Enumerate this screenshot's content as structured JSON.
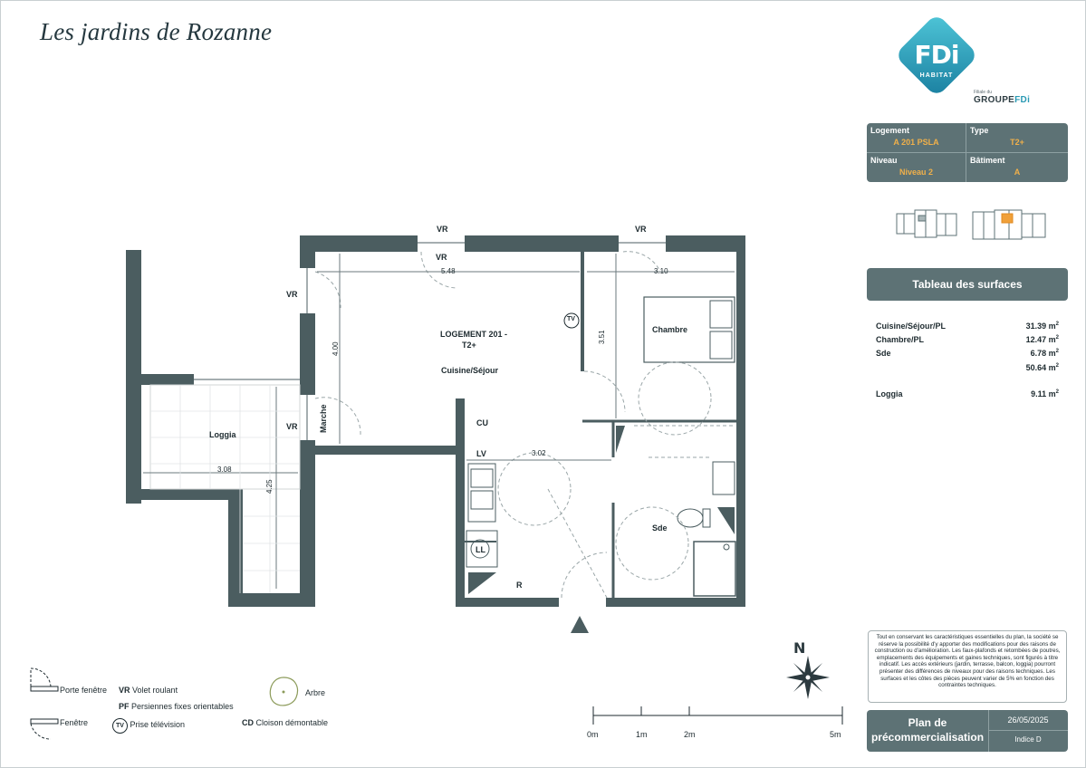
{
  "project_title": "Les jardins de Rozanne",
  "logo": {
    "text": "FDi",
    "sub": "HABITAT",
    "group_small": "Filiale du",
    "group_a": "GROUPE",
    "group_b": "FDi"
  },
  "info": {
    "logement_label": "Logement",
    "logement_value": "A 201 PSLA",
    "type_label": "Type",
    "type_value": "T2+",
    "niveau_label": "Niveau",
    "niveau_value": "Niveau 2",
    "batiment_label": "Bâtiment",
    "batiment_value": "A"
  },
  "surfaces": {
    "title": "Tableau des surfaces",
    "rows": [
      {
        "name": "Cuisine/Séjour/PL",
        "value": "31.39 m",
        "unit": "2"
      },
      {
        "name": "Chambre/PL",
        "value": "12.47 m",
        "unit": "2"
      },
      {
        "name": "Sde",
        "value": "6.78 m",
        "unit": "2"
      },
      {
        "name": "",
        "value": "50.64 m",
        "unit": "2"
      },
      {
        "name": "Loggia",
        "value": "9.11 m",
        "unit": "2"
      }
    ]
  },
  "disclaimer": "Tout en conservant les caractéristiques essentielles du plan, la société se réserve la possibilité d'y apporter des modifications pour des raisons de construction ou d'amélioration. Les faux-plafonds et retombées de poutres, emplacements des équipements et gaines techniques, sont figurés à titre indicatif. Les accès extérieurs (jardin, terrasse, balcon, loggia) pourront présenter des différences de niveaux pour des raisons techniques. Les surfaces et les côtes des pièces peuvent varier de 5% en fonction des contraintes techniques.",
  "footer": {
    "label": "Plan de précommercialisation",
    "date": "26/05/2025",
    "indice": "Indice D"
  },
  "legend": {
    "porte_fenetre": "Porte fenêtre",
    "fenetre": "Fenêtre",
    "vr_abbr": "VR",
    "vr_text": "Volet roulant",
    "pf_abbr": "PF",
    "pf_text": "Persiennes fixes orientables",
    "tv_abbr": "TV",
    "tv_text": "Prise télévision",
    "arbre": "Arbre",
    "cd_abbr": "CD",
    "cd_text": "Cloison démontable"
  },
  "plan": {
    "logement_title": "LOGEMENT 201 -",
    "logement_type": "T2+",
    "cuisine_sejour": "Cuisine/Séjour",
    "chambre": "Chambre",
    "sde": "Sde",
    "loggia": "Loggia",
    "marche": "Marche",
    "vr": "VR",
    "tv": "TV",
    "cu": "CU",
    "lv": "LV",
    "ll": "LL",
    "r": "R",
    "dims": {
      "sejour_w": "5.48",
      "chambre_w": "3.10",
      "sejour_h": "4.00",
      "chambre_h": "3.51",
      "cuisine_w": "3.02",
      "loggia_w": "3.08",
      "loggia_h": "4.25"
    }
  },
  "scale": {
    "labels": [
      "0m",
      "1m",
      "2m",
      "5m"
    ]
  },
  "north": "N"
}
